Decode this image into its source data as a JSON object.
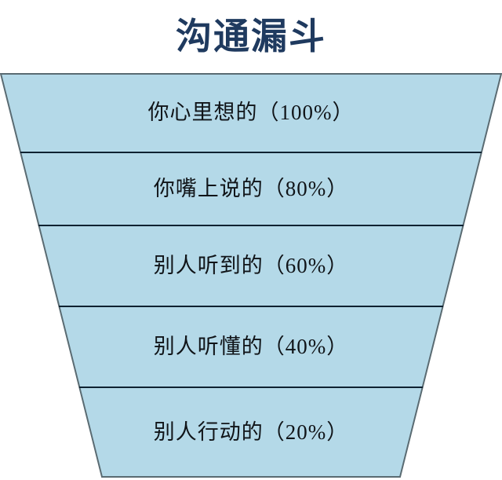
{
  "title": {
    "text": "沟通漏斗"
  },
  "colors": {
    "title_color": "#1f3a5f",
    "funnel_fill": "#b4d9e8",
    "funnel_outline": "#5a6b72",
    "divider_line": "#0f2231",
    "label_color": "#101418",
    "background": "#ffffff"
  },
  "chart_data": {
    "type": "funnel",
    "title": "沟通漏斗",
    "orientation": "vertical",
    "categories": [
      "你心里想的",
      "你嘴上说的",
      "别人听到的",
      "别人听懂的",
      "别人行动的"
    ],
    "values": [
      100,
      80,
      60,
      40,
      20
    ],
    "value_unit": "%",
    "labels": [
      "你心里想的（100%）",
      "你嘴上说的（80%）",
      "别人听到的（60%）",
      "别人听懂的（40%）",
      "别人行动的（20%）"
    ],
    "legend": "none",
    "grid": false
  },
  "funnel": {
    "stages": [
      {
        "label": "你心里想的（100%）",
        "name": "你心里想的",
        "percent": "100%"
      },
      {
        "label": "你嘴上说的（80%）",
        "name": "你嘴上说的",
        "percent": "80%"
      },
      {
        "label": "别人听到的（60%）",
        "name": "别人听到的",
        "percent": "60%"
      },
      {
        "label": "别人听懂的（40%）",
        "name": "别人听懂的",
        "percent": "40%"
      },
      {
        "label": "别人行动的（20%）",
        "name": "别人行动的",
        "percent": "20%"
      }
    ]
  }
}
